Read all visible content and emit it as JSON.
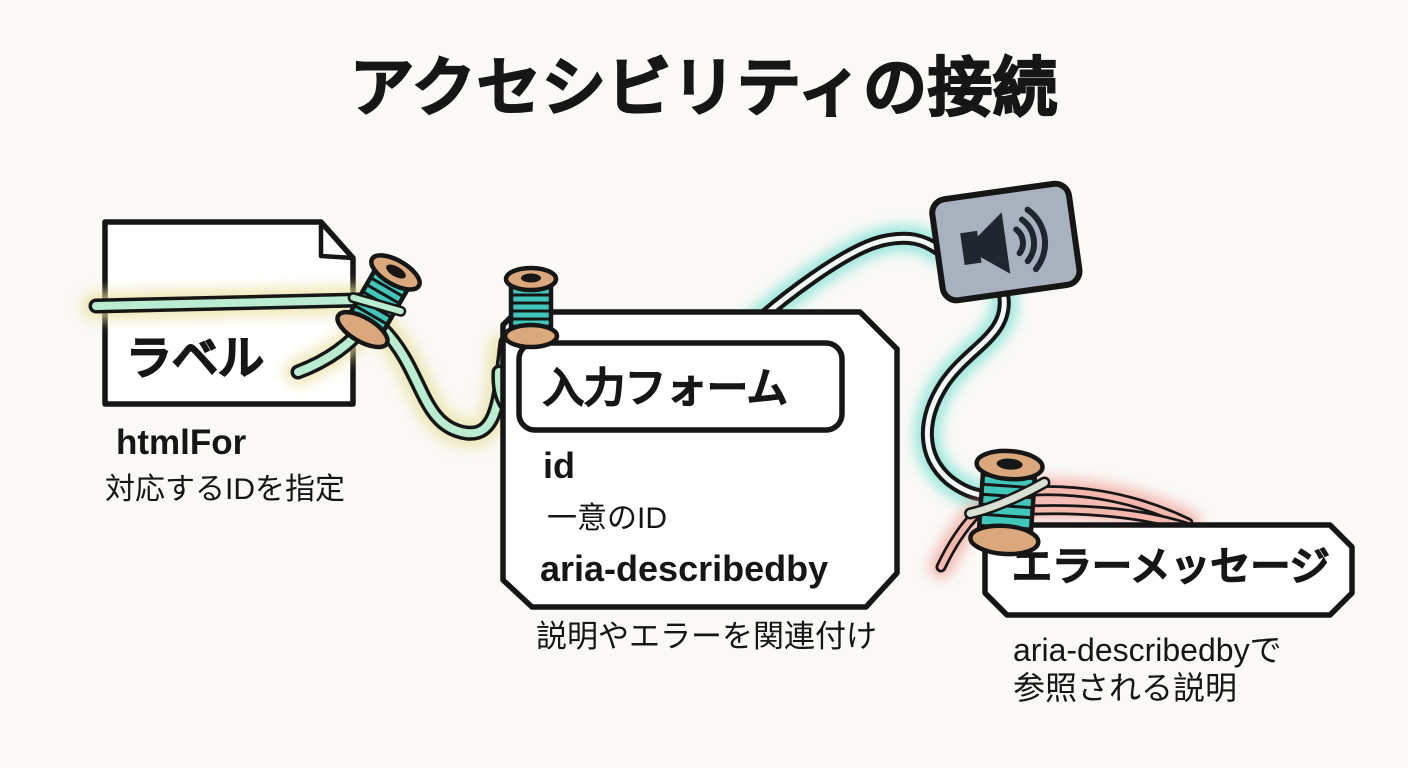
{
  "title": "アクセシビリティの接続",
  "label_card": {
    "title": "ラベル",
    "attribute": "htmlFor",
    "attribute_desc": "対応するIDを指定"
  },
  "input_form_card": {
    "title": "入力フォーム",
    "attribute1": "id",
    "attribute1_desc": "一意のID",
    "attribute2": "aria-describedby",
    "caption": "説明やエラーを関連付け"
  },
  "error_card": {
    "title": "エラーメッセージ",
    "caption_line1": "aria-describedbyで",
    "caption_line2": "参照される説明"
  },
  "icons": {
    "speaker": "speaker-audio-icon",
    "spool_label": "thread-spool-icon",
    "spool_form": "thread-spool-icon",
    "spool_error": "thread-spool-icon",
    "document": "document-folded-corner-icon"
  },
  "colors": {
    "background": "#faf9f6",
    "outline": "#161616",
    "card_fill": "#ffffff",
    "thread_green": "#b9ecd1",
    "thread_light": "#f1faf8",
    "thread_pink": "#f4b7ae",
    "glow_yellow": "#e9e1a0",
    "glow_teal": "#8fe5da",
    "glow_red": "#f2948c",
    "spool_cap": "#dba87e",
    "spool_teal": "#41c6bc",
    "speaker_fill": "#a8b2bf",
    "speaker_glyph": "#20262e"
  }
}
